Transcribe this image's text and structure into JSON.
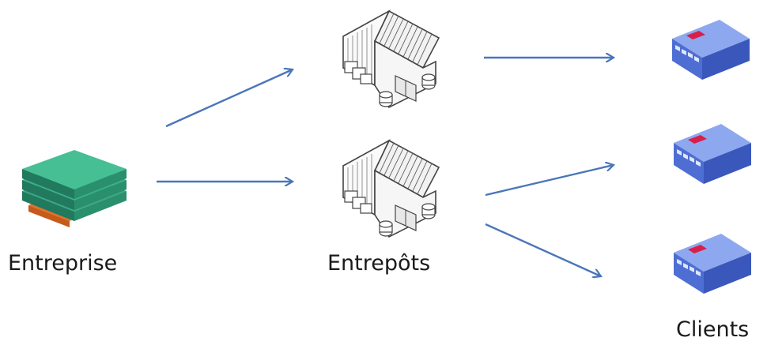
{
  "labels": {
    "entreprise": "Entreprise",
    "entrepots": "Entrepôts",
    "clients": "Clients"
  },
  "icons": {
    "enterprise": "stacked-building-icon",
    "warehouse": "warehouse-icon",
    "client": "client-store-icon"
  },
  "colors": {
    "arrow": "#4a76b9",
    "enterprise_green": "#2e9a78",
    "enterprise_orange": "#e0712a",
    "client_blue": "#5e7fd8",
    "client_red": "#d81f4a",
    "warehouse_stroke": "#444444"
  },
  "edges": [
    {
      "from": "entreprise",
      "to": "entrepot-1"
    },
    {
      "from": "entreprise",
      "to": "entrepot-2"
    },
    {
      "from": "entrepot-1",
      "to": "client-1"
    },
    {
      "from": "entrepot-2",
      "to": "client-2"
    },
    {
      "from": "entrepot-2",
      "to": "client-3"
    }
  ]
}
